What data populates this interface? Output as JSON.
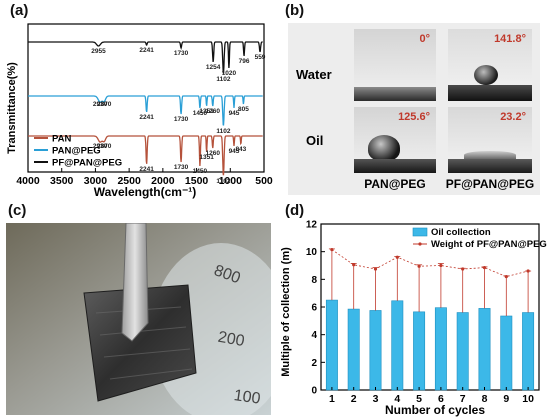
{
  "panels": {
    "a": "(a)",
    "b": "(b)",
    "c": "(c)",
    "d": "(d)"
  },
  "chart_data": [
    {
      "type": "line",
      "ylabel": "Transmittance(%)",
      "xlabel": "Wavelength(cm⁻¹)",
      "xlim": [
        4000,
        500
      ],
      "xticks": [
        "4000",
        "3500",
        "3000",
        "2500",
        "2000",
        "1500",
        "1000",
        "500"
      ],
      "legend_position": "bottom-left",
      "series": [
        {
          "name": "PF@PAN@PEG",
          "color": "#111111",
          "peaks": [
            {
              "x": 2955,
              "label": "2955"
            },
            {
              "x": 2241,
              "label": "2241"
            },
            {
              "x": 1730,
              "label": "1730"
            },
            {
              "x": 1254,
              "label": "1254"
            },
            {
              "x": 1102,
              "label": "1102"
            },
            {
              "x": 1020,
              "label": "1020"
            },
            {
              "x": 796,
              "label": "796"
            },
            {
              "x": 559,
              "label": "559"
            }
          ]
        },
        {
          "name": "PAN@PEG",
          "color": "#2a9fd6",
          "peaks": [
            {
              "x": 2930,
              "label": "2930"
            },
            {
              "x": 2870,
              "label": "2870"
            },
            {
              "x": 2241,
              "label": "2241"
            },
            {
              "x": 1730,
              "label": "1730"
            },
            {
              "x": 1450,
              "label": "1450"
            },
            {
              "x": 1351,
              "label": "1351"
            },
            {
              "x": 1260,
              "label": "1260"
            },
            {
              "x": 1102,
              "label": "1102"
            },
            {
              "x": 945,
              "label": "945"
            },
            {
              "x": 805,
              "label": "805"
            }
          ]
        },
        {
          "name": "PAN",
          "color": "#b5523b",
          "peaks": [
            {
              "x": 2930,
              "label": "2930"
            },
            {
              "x": 2870,
              "label": "2870"
            },
            {
              "x": 2241,
              "label": "2241"
            },
            {
              "x": 1730,
              "label": "1730"
            },
            {
              "x": 1450,
              "label": "1450"
            },
            {
              "x": 1351,
              "label": "1351"
            },
            {
              "x": 1260,
              "label": "1260"
            },
            {
              "x": 1102,
              "label": "1102"
            },
            {
              "x": 945,
              "label": "945"
            },
            {
              "x": 843,
              "label": "843"
            }
          ]
        }
      ]
    },
    {
      "type": "bar",
      "xlabel": "Number of cycles",
      "ylabel": "Multiple of collection (m)",
      "ylim": [
        0,
        12
      ],
      "yticks": [
        0,
        2,
        4,
        6,
        8,
        10,
        12
      ],
      "categories": [
        "1",
        "2",
        "3",
        "4",
        "5",
        "6",
        "7",
        "8",
        "9",
        "10"
      ],
      "legend_position": "top-right",
      "series": [
        {
          "name": "Oil collection",
          "color": "#3cb8e8",
          "values": [
            6.5,
            5.85,
            5.75,
            6.45,
            5.65,
            5.95,
            5.6,
            5.9,
            5.35,
            5.6
          ],
          "errors": [
            3.7,
            3.3,
            3.1,
            3.2,
            3.4,
            3.2,
            3.2,
            3.0,
            2.9,
            3.0
          ]
        },
        {
          "name": "Weight of PF@PAN@PEG",
          "color": "#c0392b",
          "values": [
            10.15,
            9.05,
            8.75,
            9.6,
            8.95,
            9.0,
            8.75,
            8.85,
            8.2,
            8.6
          ]
        }
      ]
    }
  ],
  "contact_angle": {
    "rows": [
      "Water",
      "Oil"
    ],
    "columns": [
      "PAN@PEG",
      "PF@PAN@PEG"
    ],
    "angles": {
      "water_pan_peg": "0°",
      "water_pf": "141.8°",
      "oil_pan_peg": "125.6°",
      "oil_pf": "23.2°"
    },
    "angle_color": "#c0392b"
  },
  "photo_c": {
    "scale_marks": [
      "800",
      "200",
      "100"
    ]
  }
}
